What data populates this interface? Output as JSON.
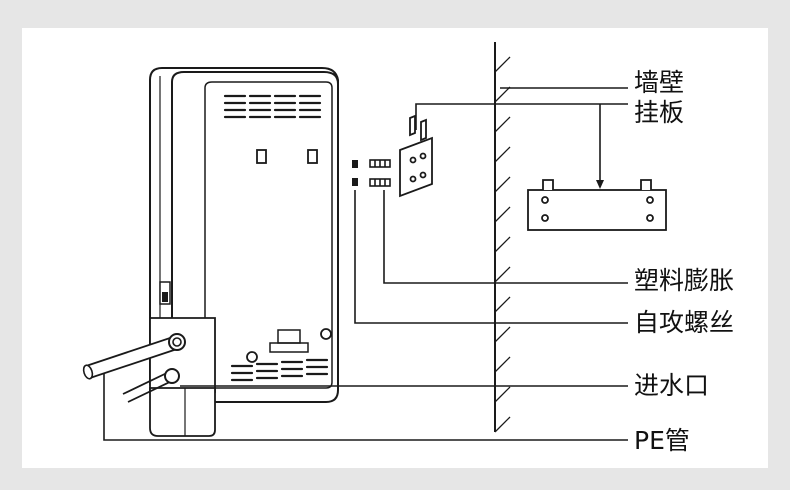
{
  "labels": {
    "wall": "墙壁",
    "mounting_plate": "挂板",
    "plastic_anchor": "塑料膨胀",
    "self_tapping_screw": "自攻螺丝",
    "water_inlet": "进水口",
    "pe_pipe": "PE管"
  },
  "colors": {
    "background": "#e6e6e6",
    "panel": "#ffffff",
    "line": "#1a1a1a"
  }
}
